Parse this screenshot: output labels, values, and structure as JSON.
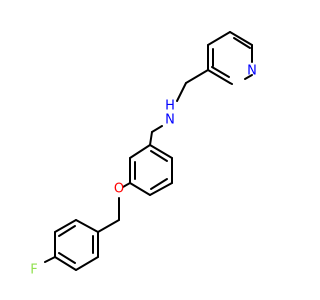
{
  "atoms": {
    "nitrogen_pyridine": {
      "label": "N",
      "color": "#0000ff"
    },
    "amine": {
      "label": "H\nN",
      "color": "#0000ff"
    },
    "amine_h": {
      "label": "H",
      "color": "#0000ff"
    },
    "amine_n": {
      "label": "N",
      "color": "#0000ff"
    },
    "oxygen": {
      "label": "O",
      "color": "#ff0000"
    },
    "fluorine": {
      "label": "F",
      "color": "#90e050"
    }
  },
  "colors": {
    "bond": "#000000",
    "background": "#ffffff"
  }
}
